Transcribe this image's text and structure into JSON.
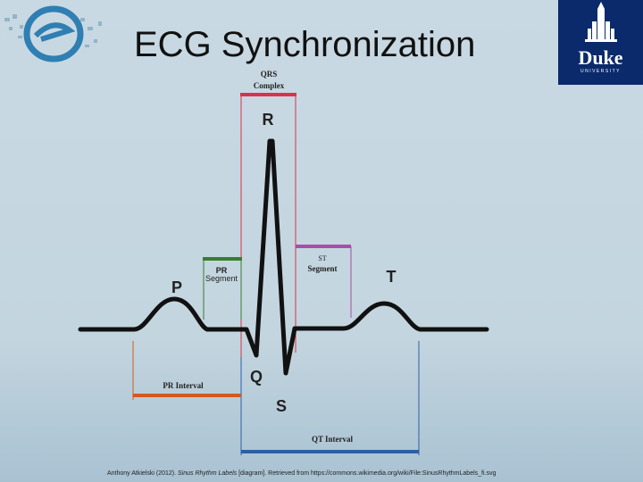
{
  "slide": {
    "title": "ECG Synchronization"
  },
  "logos": {
    "duke_word": "Duke",
    "duke_sub": "UNIVERSITY"
  },
  "diagram": {
    "labels": {
      "qrs_line1": "QRS",
      "qrs_line2": "Complex",
      "r": "R",
      "p": "P",
      "q": "Q",
      "s": "S",
      "t": "T",
      "pr_seg_line1": "PR",
      "pr_seg_line2": "Segment",
      "st_seg_line1": "ST",
      "st_seg_line2": "Segment",
      "pr_interval": "PR Interval",
      "qt_interval": "QT Interval"
    },
    "colors": {
      "qrs": "#d9334a",
      "pr_segment": "#3b7d2e",
      "st_segment": "#a64fa6",
      "pr_interval": "#d35a1e",
      "qt_interval": "#2e5ea8",
      "trace": "#111111"
    }
  },
  "citation": {
    "before": "Anthony Atkielski (2012). ",
    "italic": "Sinus Rhythm Labels",
    "after": " [diagram]. Retrieved from https://commons.wikimedia.org/wiki/File:SinusRhythmLabels_fi.svg"
  }
}
